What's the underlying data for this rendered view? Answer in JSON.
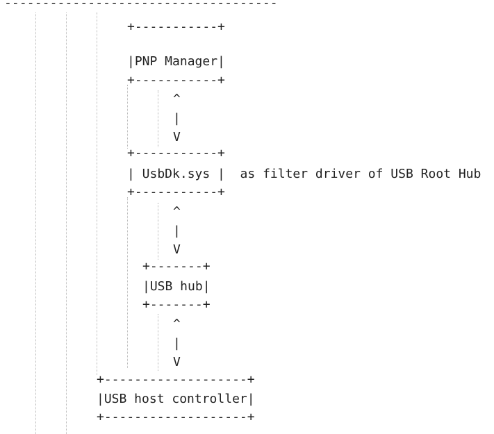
{
  "diagram": {
    "separator": "------------------------------------",
    "lines": [
      "+-----------+",
      "|PNP Manager|",
      "+-----------+",
      "^",
      "|",
      "V",
      "+-----------+",
      "| UsbDk.sys |  as filter driver of USB Root Hub",
      "+-----------+",
      "^",
      "|",
      "V",
      "+-------+",
      "|USB hub|",
      "+-------+",
      "^",
      "|",
      "V",
      "+-------------------+",
      "|USB host controller|",
      "+-------------------+"
    ]
  }
}
